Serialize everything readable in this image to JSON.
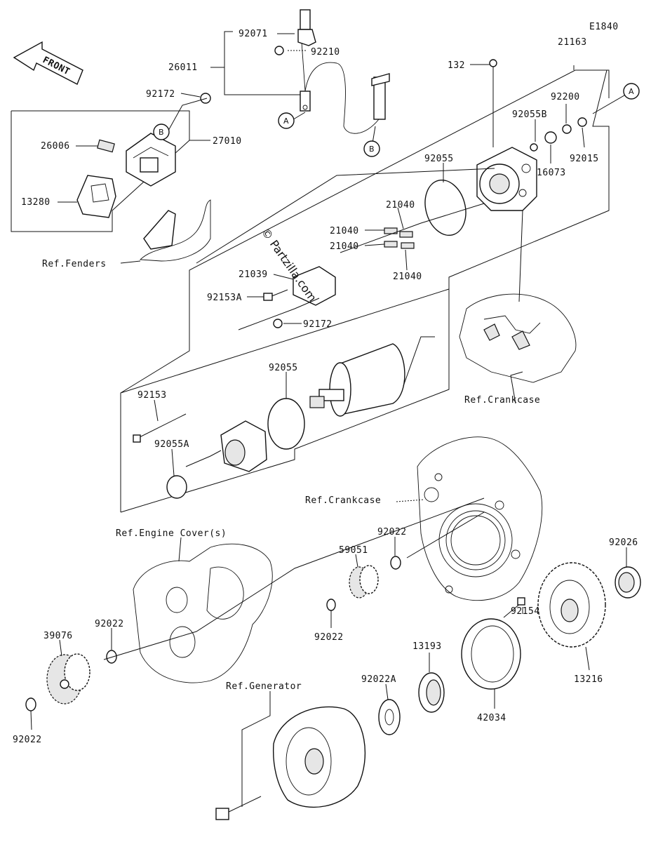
{
  "diagram_code": "E1840",
  "front_label": "FRONT",
  "watermark": "© Partzilla.com",
  "part_numbers": [
    {
      "id": "p92071",
      "text": "92071"
    },
    {
      "id": "p92210",
      "text": "92210"
    },
    {
      "id": "p26011",
      "text": "26011"
    },
    {
      "id": "p92172a",
      "text": "92172"
    },
    {
      "id": "p26006",
      "text": "26006"
    },
    {
      "id": "p27010",
      "text": "27010"
    },
    {
      "id": "p13280",
      "text": "13280"
    },
    {
      "id": "p132",
      "text": "132"
    },
    {
      "id": "p21163",
      "text": "21163"
    },
    {
      "id": "p92200",
      "text": "92200"
    },
    {
      "id": "p92055b",
      "text": "92055B"
    },
    {
      "id": "p16073",
      "text": "16073"
    },
    {
      "id": "p92015",
      "text": "92015"
    },
    {
      "id": "p92055a_top",
      "text": "92055"
    },
    {
      "id": "p21040a",
      "text": "21040"
    },
    {
      "id": "p21040b",
      "text": "21040"
    },
    {
      "id": "p21040c",
      "text": "21040"
    },
    {
      "id": "p21040d",
      "text": "21040"
    },
    {
      "id": "p21039",
      "text": "21039"
    },
    {
      "id": "p92153a",
      "text": "92153A"
    },
    {
      "id": "p92172b",
      "text": "92172"
    },
    {
      "id": "p92055_mid",
      "text": "92055"
    },
    {
      "id": "p92153",
      "text": "92153"
    },
    {
      "id": "p92055a",
      "text": "92055A"
    },
    {
      "id": "p92022a",
      "text": "92022"
    },
    {
      "id": "p59051",
      "text": "59051"
    },
    {
      "id": "p92026",
      "text": "92026"
    },
    {
      "id": "p92022b",
      "text": "92022"
    },
    {
      "id": "p39076",
      "text": "39076"
    },
    {
      "id": "p92022c",
      "text": "92022"
    },
    {
      "id": "p92022d",
      "text": "92022"
    },
    {
      "id": "p92154",
      "text": "92154"
    },
    {
      "id": "p13193",
      "text": "13193"
    },
    {
      "id": "p92022e",
      "text": "92022A"
    },
    {
      "id": "p13216",
      "text": "13216"
    },
    {
      "id": "p42034",
      "text": "42034"
    }
  ],
  "references": [
    {
      "id": "ref_fenders",
      "text": "Ref.Fenders"
    },
    {
      "id": "ref_crankcase1",
      "text": "Ref.Crankcase"
    },
    {
      "id": "ref_crankcase2",
      "text": "Ref.Crankcase"
    },
    {
      "id": "ref_engine_cover",
      "text": "Ref.Engine Cover(s)"
    },
    {
      "id": "ref_generator",
      "text": "Ref.Generator"
    }
  ],
  "callouts": [
    {
      "id": "cA1",
      "text": "A"
    },
    {
      "id": "cA2",
      "text": "A"
    },
    {
      "id": "cB1",
      "text": "B"
    },
    {
      "id": "cB2",
      "text": "B"
    }
  ]
}
